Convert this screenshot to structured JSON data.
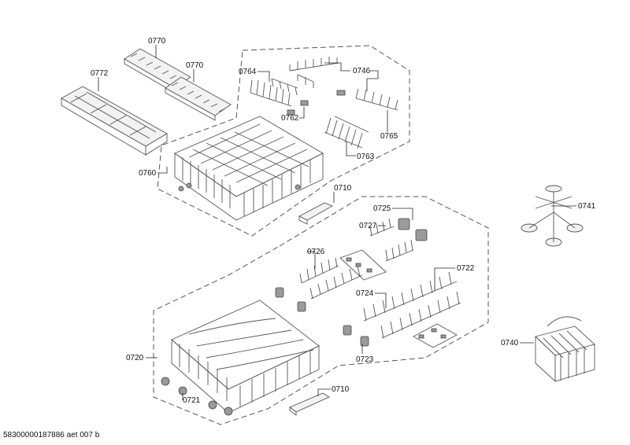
{
  "footer_code": "58300000187886 aet 007 b",
  "labels": {
    "p0770a": "0770",
    "p0770b": "0770",
    "p0772": "0772",
    "p0764": "0764",
    "p0746": "0746",
    "p0762": "0762",
    "p0765": "0765",
    "p0763": "0763",
    "p0760": "0760",
    "p0710a": "0710",
    "p0725": "0725",
    "p0741": "0741",
    "p0727": "0727",
    "p0726": "0726",
    "p0722": "0722",
    "p0724": "0724",
    "p0740": "0740",
    "p0720": "0720",
    "p0723": "0723",
    "p0710b": "0710",
    "p0721": "0721"
  }
}
